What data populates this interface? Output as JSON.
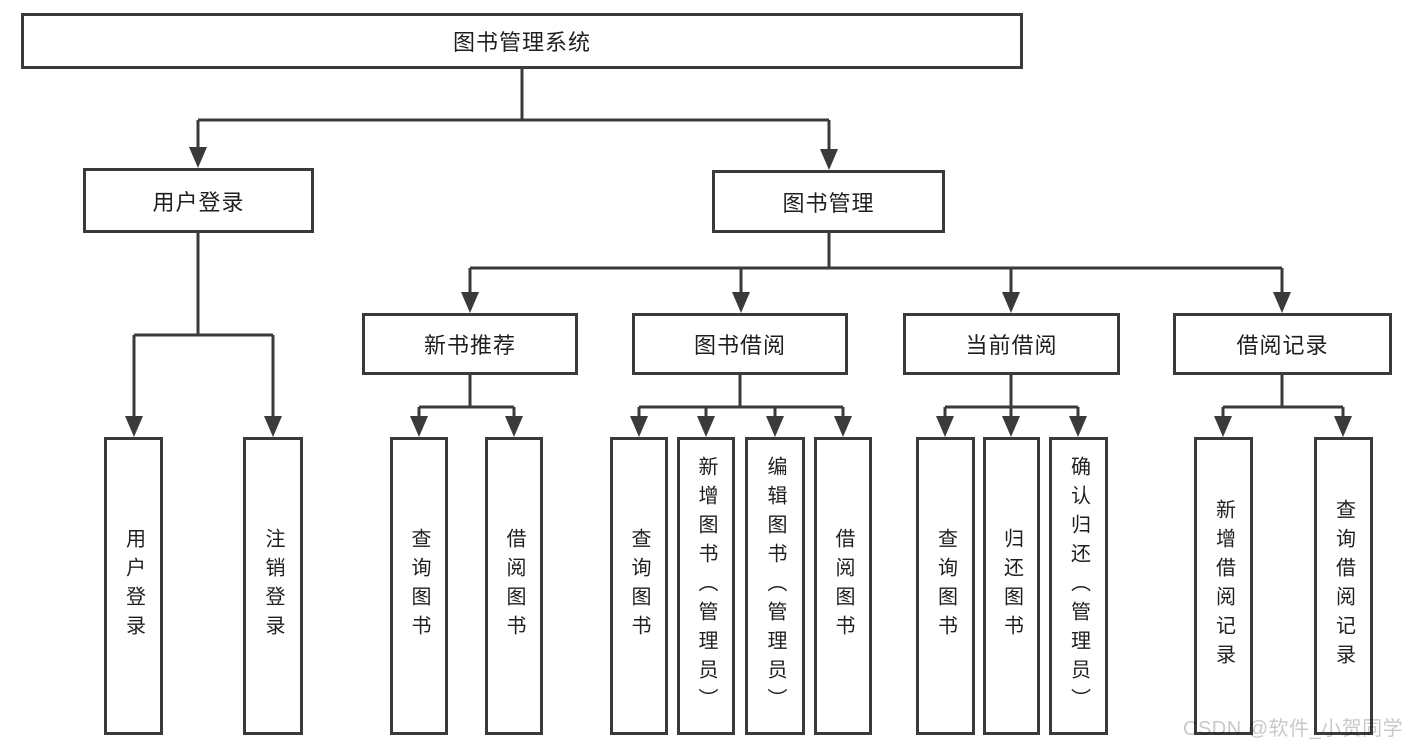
{
  "diagram": {
    "type": "hierarchy-tree",
    "line_color": "#3a3a3a",
    "text_color": "#1f1f1f",
    "background": "#ffffff",
    "tree": {
      "label": "图书管理系统",
      "children": [
        {
          "label": "用户登录",
          "children": [
            {
              "label": "用户登录"
            },
            {
              "label": "注销登录"
            }
          ]
        },
        {
          "label": "图书管理",
          "children": [
            {
              "label": "新书推荐",
              "children": [
                {
                  "label": "查询图书"
                },
                {
                  "label": "借阅图书"
                }
              ]
            },
            {
              "label": "图书借阅",
              "children": [
                {
                  "label": "查询图书"
                },
                {
                  "label": "新增图书（管理员）"
                },
                {
                  "label": "编辑图书（管理员）"
                },
                {
                  "label": "借阅图书"
                }
              ]
            },
            {
              "label": "当前借阅",
              "children": [
                {
                  "label": "查询图书"
                },
                {
                  "label": "归还图书"
                },
                {
                  "label": "确认归还（管理员）"
                }
              ]
            },
            {
              "label": "借阅记录",
              "children": [
                {
                  "label": "新增借阅记录"
                },
                {
                  "label": "查询借阅记录"
                }
              ]
            }
          ]
        }
      ]
    },
    "watermark": {
      "text": "CSDN @软件_小贺同学",
      "color": "#c9c9c9"
    }
  }
}
